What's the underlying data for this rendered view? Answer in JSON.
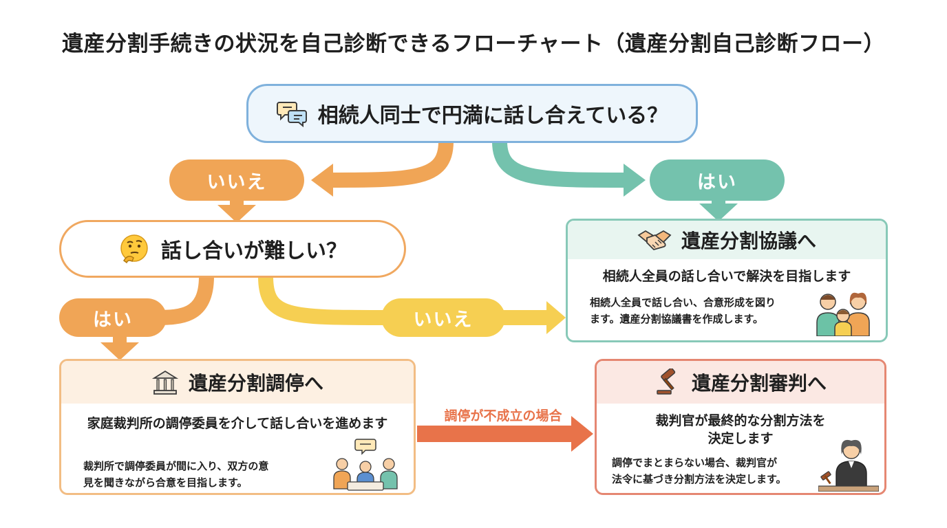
{
  "title": "遺産分割手続きの状況を自己診断できるフローチャート（遺産分割自己診断フロー）",
  "question_start": {
    "text": "相続人同士で円満に話し合えている？",
    "icon": "speech-bubbles-icon"
  },
  "question_difficult": {
    "text": "話し合いが難しい？",
    "icon": "thinking-face-icon"
  },
  "labels": {
    "no_first": "いいえ",
    "yes_first": "はい",
    "yes_second": "はい",
    "no_second": "いいえ",
    "transition": "調停が不成立の場合"
  },
  "kyogi": {
    "title": "遺産分割協議へ",
    "subtitle": "相続人全員の話し合いで解決を目指します",
    "body_line1": "相続人全員で話し合い、合意形成を図り",
    "body_line2": "ます。遺産分割協議書を作成します。",
    "icon": "handshake-icon",
    "image": "family-illustration"
  },
  "chotei": {
    "title": "遺産分割調停へ",
    "subtitle": "家庭裁判所の調停委員を介して話し合いを進めます",
    "body_line1": "裁判所で調停委員が間に入り、双方の意",
    "body_line2": "見を聞きながら合意を目指します。",
    "icon": "scales-icon",
    "image": "meeting-illustration"
  },
  "shinpan": {
    "title": "遺産分割審判へ",
    "subtitle_line1": "裁判官が最終的な分割方法を",
    "subtitle_line2": "決定します",
    "body_line1": "調停でまとまらない場合、裁判官が",
    "body_line2": "法令に基づき分割方法を決定します。",
    "icon": "gavel-icon",
    "image": "judge-illustration"
  },
  "colors": {
    "orange": "#f0a556",
    "teal": "#74c2ad",
    "yellow": "#f6cf52",
    "red": "#e8734a",
    "blue": "#7fb1dc"
  }
}
